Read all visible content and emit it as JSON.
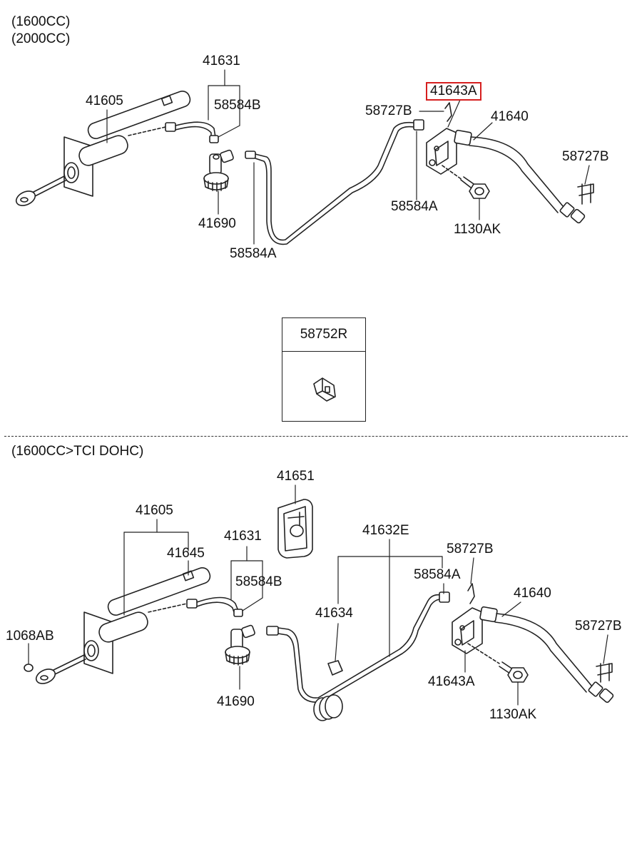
{
  "section_top": {
    "headers": [
      "(1600CC)",
      "(2000CC)"
    ],
    "labels": {
      "master_cyl": "41605",
      "hose_group": "41631",
      "clip_b_left": "58584B",
      "reservoir": "41690",
      "clip_a_lower": "58584A",
      "clip_58727b_mid": "58727B",
      "bracket_41643a": "41643A",
      "clip_a_mid": "58584A",
      "hose_41640": "41640",
      "clip_58727b_right": "58727B",
      "bolt": "1130AK"
    },
    "highlighted_part": "41643A"
  },
  "inset": {
    "label": "58752R"
  },
  "section_bottom": {
    "header": "(1600CC>TCI DOHC)",
    "labels": {
      "master_cyl": "41605",
      "cover": "41651",
      "part_41645": "41645",
      "hose_group": "41631",
      "clip_b": "58584B",
      "washer": "1068AB",
      "reservoir": "41690",
      "pipe_group": "41632E",
      "part_41634": "41634",
      "clip_58727b_mid": "58727B",
      "clip_a": "58584A",
      "hose_41640": "41640",
      "clip_58727b_right": "58727B",
      "bracket_41643a": "41643A",
      "bolt": "1130AK"
    }
  },
  "colors": {
    "line": "#222222",
    "highlight": "#d61f1f"
  }
}
